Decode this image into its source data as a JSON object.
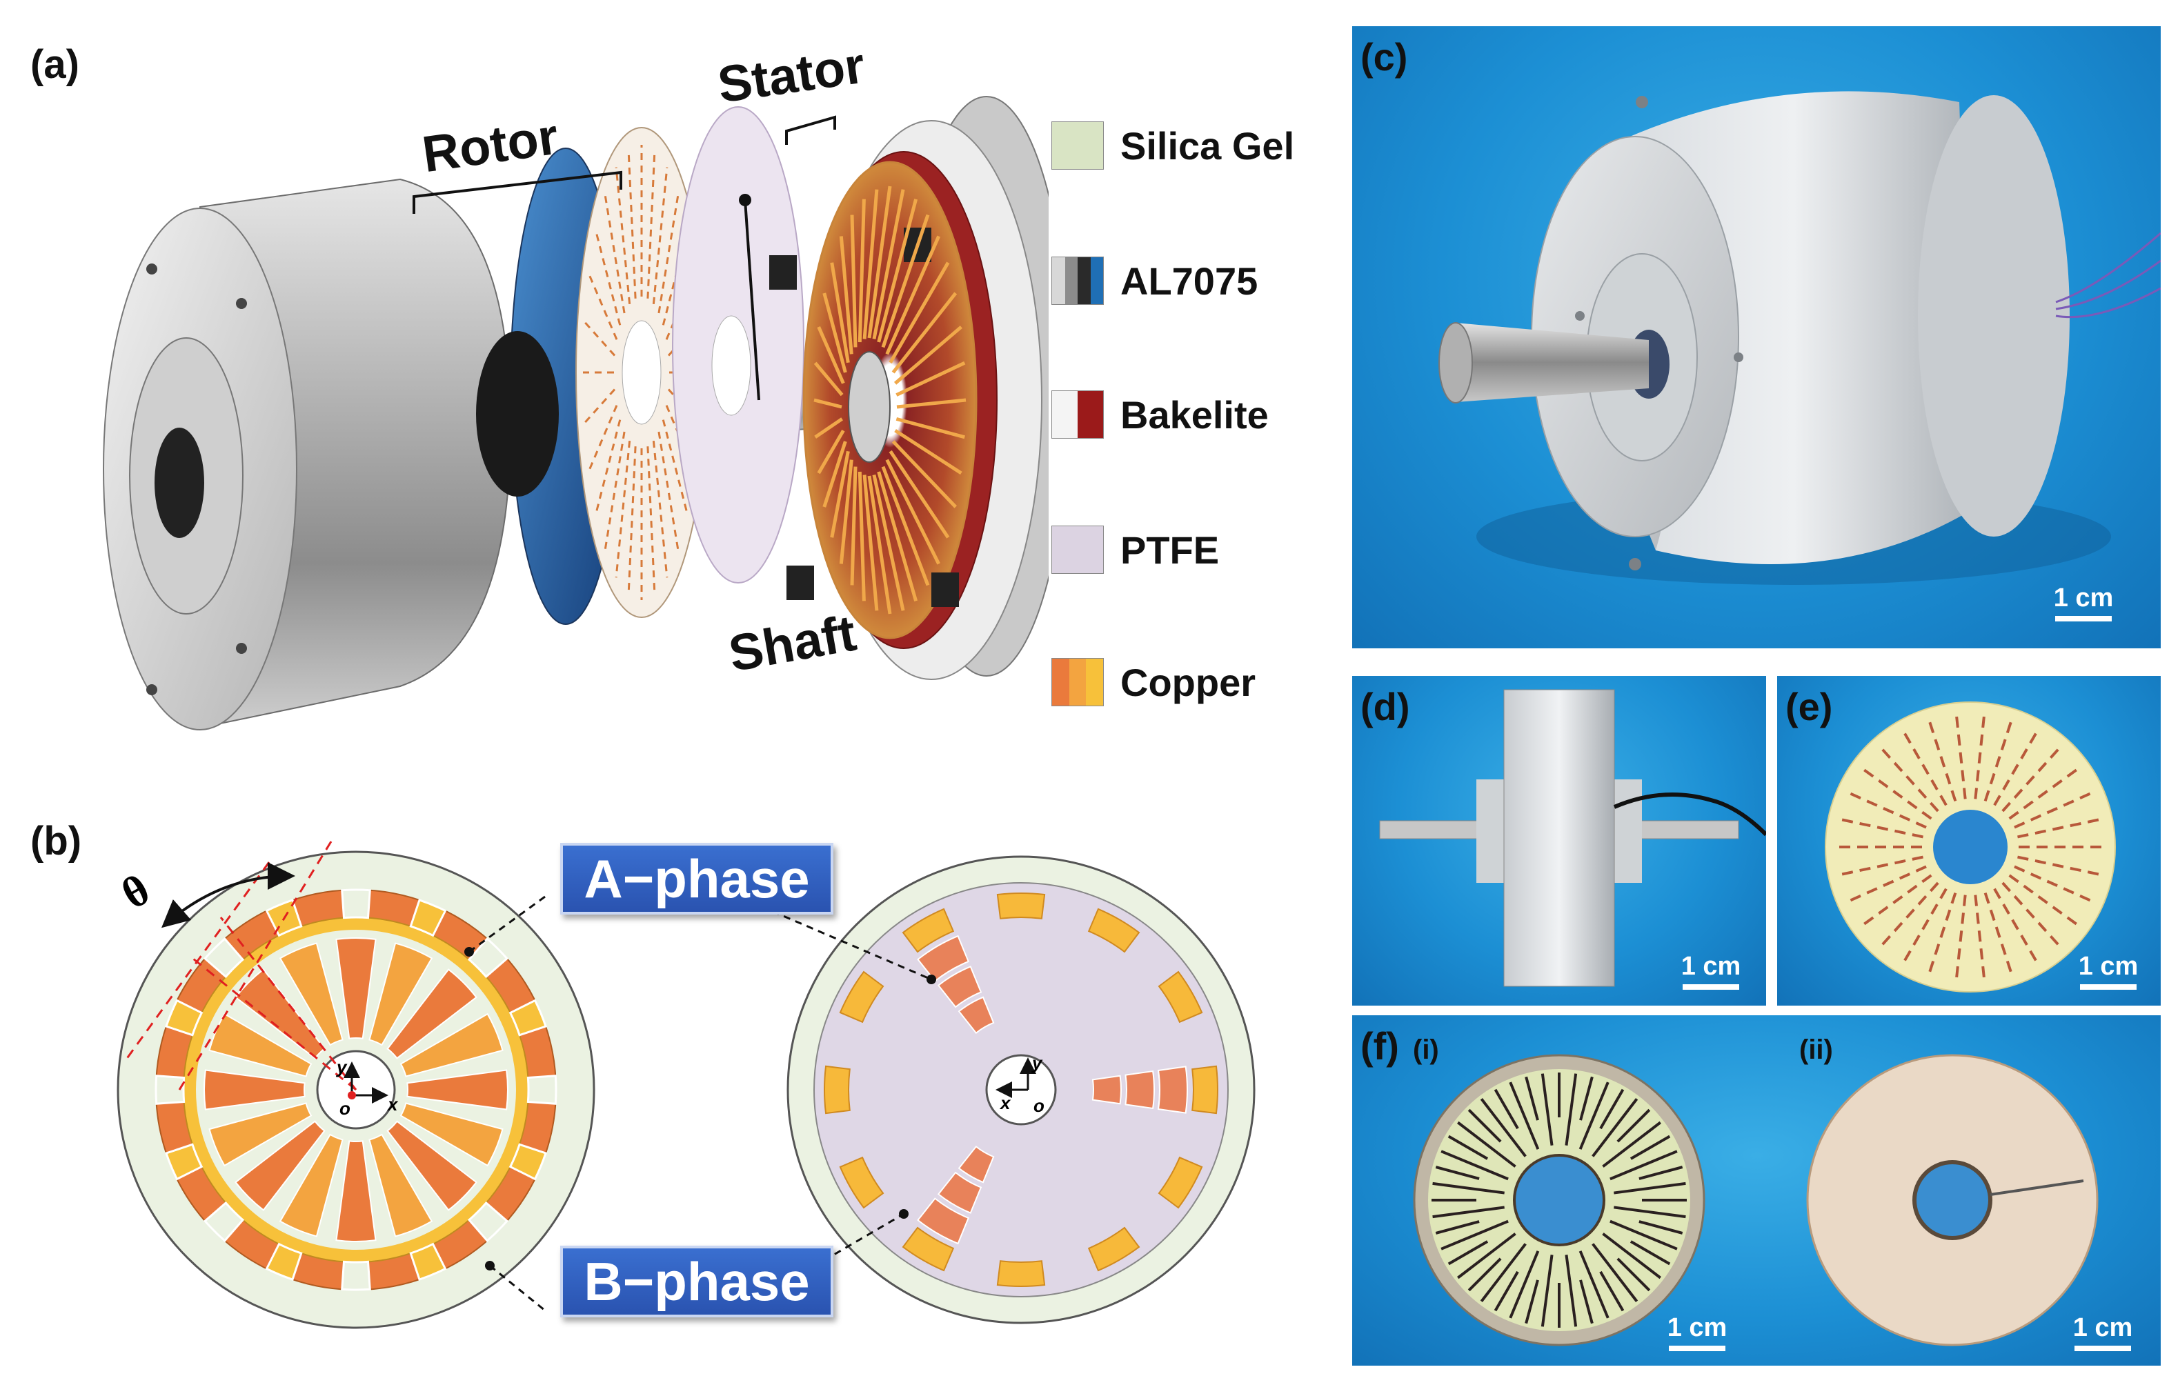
{
  "panels": {
    "a": "(a)",
    "b": "(b)",
    "c": "(c)",
    "d": "(d)",
    "e": "(e)",
    "f": "(f)",
    "f_i": "(i)",
    "f_ii": "(ii)"
  },
  "callouts": {
    "rotor": "Rotor",
    "stator": "Stator",
    "shaft": "Shaft"
  },
  "legend": [
    {
      "label": "Silica Gel",
      "colors": [
        "#d9e4c4"
      ]
    },
    {
      "label": "AL7075",
      "colors": [
        "#d8d8d8",
        "#8c8c8c",
        "#2a2a2a",
        "#1f6fb5"
      ]
    },
    {
      "label": "Bakelite",
      "colors": [
        "#f4f4f4",
        "#9b1a1a"
      ]
    },
    {
      "label": "PTFE",
      "colors": [
        "#dcd3e2"
      ]
    },
    {
      "label": "Copper",
      "colors": [
        "#ea7a3c",
        "#f3a440",
        "#f7c13a"
      ]
    }
  ],
  "phases": {
    "a": "A−phase",
    "b": "B−phase"
  },
  "axes": {
    "x": "x",
    "y": "y",
    "o": "o"
  },
  "angle_symbol": "θ",
  "scale_bar": "1 cm"
}
